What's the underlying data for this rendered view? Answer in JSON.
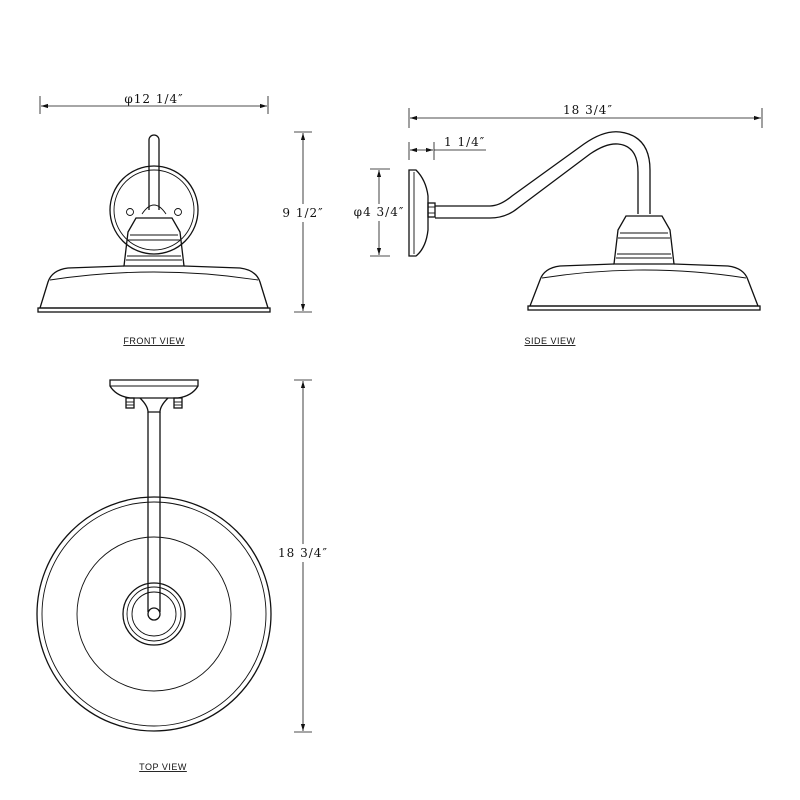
{
  "front_view": {
    "label": "FRONT VIEW",
    "width_dim": "φ12 1/4″",
    "height_dim": "9 1/2″"
  },
  "side_view": {
    "label": "SIDE VIEW",
    "length_dim": "18 3/4″",
    "backplate_depth_dim": "1 1/4″",
    "backplate_dia_dim": "φ4 3/4″"
  },
  "top_view": {
    "label": "TOP VIEW",
    "projection_dim": "18 3/4″"
  },
  "colors": {
    "line": "#111111",
    "background": "#ffffff"
  }
}
